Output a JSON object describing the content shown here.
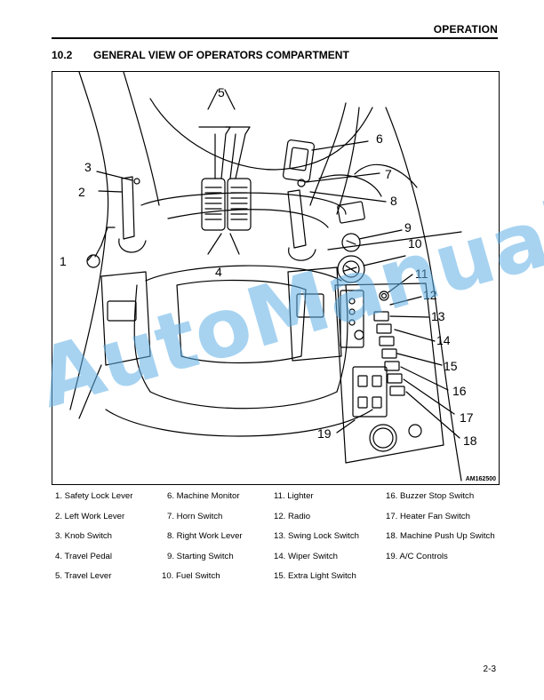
{
  "header": {
    "title": "OPERATION"
  },
  "section": {
    "number": "10.2",
    "title": "GENERAL VIEW OF OPERATORS COMPARTMENT"
  },
  "figure": {
    "code": "AM162500",
    "callouts": [
      "1",
      "2",
      "3",
      "4",
      "5",
      "6",
      "7",
      "8",
      "9",
      "10",
      "11",
      "12",
      "13",
      "14",
      "15",
      "16",
      "17",
      "18",
      "19"
    ]
  },
  "watermark": {
    "text": "AutoManual",
    "color": "#5fafe6"
  },
  "legend": {
    "columns": [
      [
        "1. Safety Lock Lever",
        "2. Left Work Lever",
        "3. Knob Switch",
        "4. Travel Pedal",
        "5. Travel Lever"
      ],
      [
        "6. Machine Monitor",
        "7. Horn Switch",
        "8. Right Work Lever",
        "9. Starting Switch",
        "10. Fuel Switch"
      ],
      [
        "11. Lighter",
        "12. Radio",
        "13. Swing Lock Switch",
        "14. Wiper Switch",
        "15. Extra Light Switch"
      ],
      [
        "16. Buzzer Stop Switch",
        "17. Heater Fan Switch",
        "18. Machine Push Up Switch",
        "19. A/C Controls"
      ]
    ]
  },
  "page": {
    "number": "2-3"
  }
}
